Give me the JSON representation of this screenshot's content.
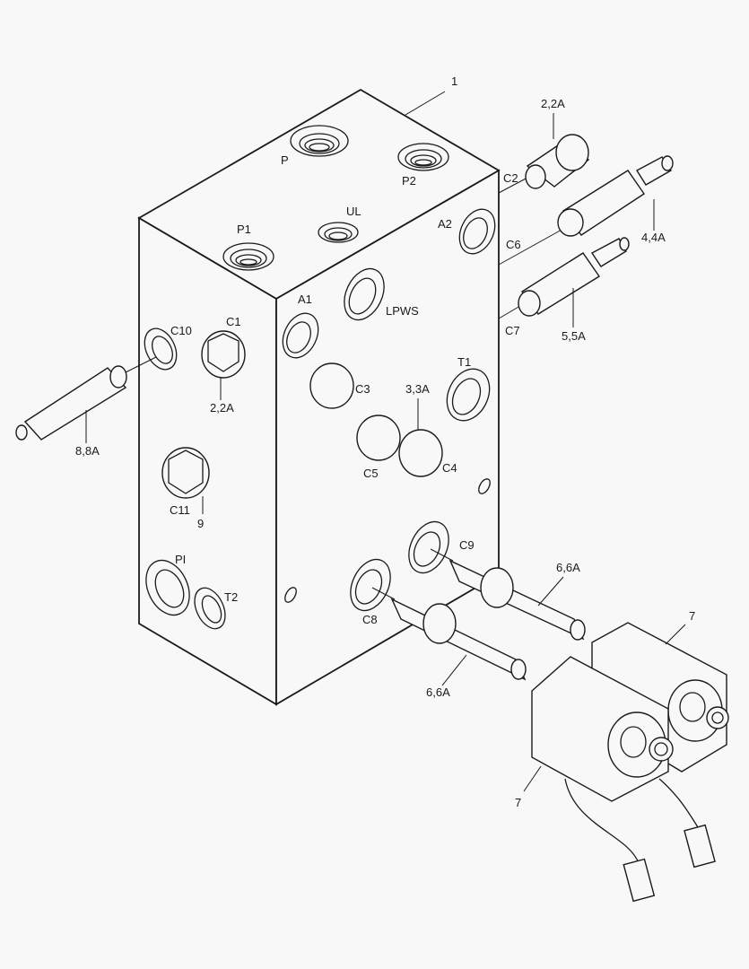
{
  "diagram": {
    "type": "exploded-parts-view",
    "subject": "hydraulic valve manifold block",
    "background": "#f8f8f8",
    "line_color": "#1a1a1a"
  },
  "callouts": {
    "block": "1",
    "c2_cartridge": "2,2A",
    "c1_plug": "2,2A",
    "c3c4_plug": "3,3A",
    "c6_cartridge": "4,4A",
    "c7_cartridge": "5,5A",
    "c8_valve": "6,6A",
    "c9_valve": "6,6A",
    "coil_upper": "7",
    "coil_lower": "7",
    "c10_cartridge": "8,8A",
    "c11_plug": "9"
  },
  "ports": {
    "p": "P",
    "p2": "P2",
    "p1": "P1",
    "ul": "UL",
    "a2": "A2",
    "a1": "A1",
    "lpws": "LPWS",
    "t1": "T1",
    "t2": "T2",
    "pi": "PI",
    "c1": "C1",
    "c2": "C2",
    "c3": "C3",
    "c4": "C4",
    "c5": "C5",
    "c6": "C6",
    "c7": "C7",
    "c8": "C8",
    "c9": "C9",
    "c10": "C10",
    "c11": "C11"
  }
}
